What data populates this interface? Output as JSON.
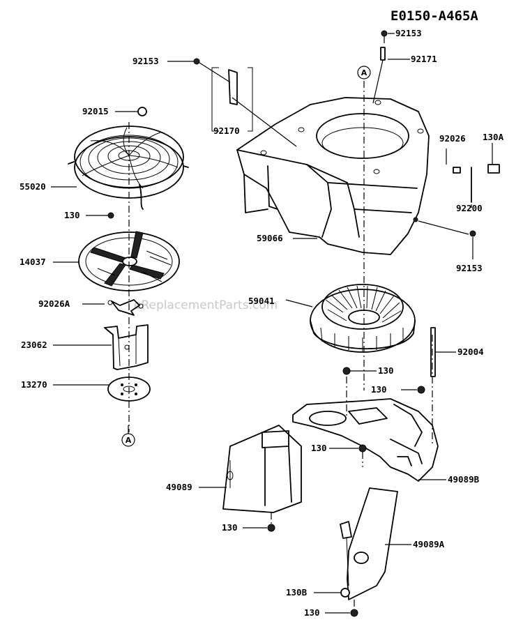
{
  "diagram": {
    "code": "E0150-A465A",
    "watermark": "eReplacementParts.com",
    "callouts": [
      {
        "id": "callout-a-top",
        "text": "A"
      },
      {
        "id": "callout-a-bottom",
        "text": "A"
      }
    ],
    "parts": [
      {
        "id": "92153-top",
        "text": "92153"
      },
      {
        "id": "92171",
        "text": "92171"
      },
      {
        "id": "92153-left",
        "text": "92153"
      },
      {
        "id": "92170",
        "text": "92170"
      },
      {
        "id": "92015",
        "text": "92015"
      },
      {
        "id": "55020",
        "text": "55020"
      },
      {
        "id": "130-fan",
        "text": "130"
      },
      {
        "id": "14037",
        "text": "14037"
      },
      {
        "id": "92026a",
        "text": "92026A"
      },
      {
        "id": "23062",
        "text": "23062"
      },
      {
        "id": "13270",
        "text": "13270"
      },
      {
        "id": "92026",
        "text": "92026"
      },
      {
        "id": "130a",
        "text": "130A"
      },
      {
        "id": "92200",
        "text": "92200"
      },
      {
        "id": "59066",
        "text": "59066"
      },
      {
        "id": "92153-right",
        "text": "92153"
      },
      {
        "id": "59041",
        "text": "59041"
      },
      {
        "id": "92004",
        "text": "92004"
      },
      {
        "id": "130-mid",
        "text": "130"
      },
      {
        "id": "130-right",
        "text": "130"
      },
      {
        "id": "130-lower",
        "text": "130"
      },
      {
        "id": "49089",
        "text": "49089"
      },
      {
        "id": "49089b",
        "text": "49089B"
      },
      {
        "id": "130-left-bottom",
        "text": "130"
      },
      {
        "id": "49089a",
        "text": "49089A"
      },
      {
        "id": "130b",
        "text": "130B"
      },
      {
        "id": "130-bottom",
        "text": "130"
      }
    ]
  }
}
